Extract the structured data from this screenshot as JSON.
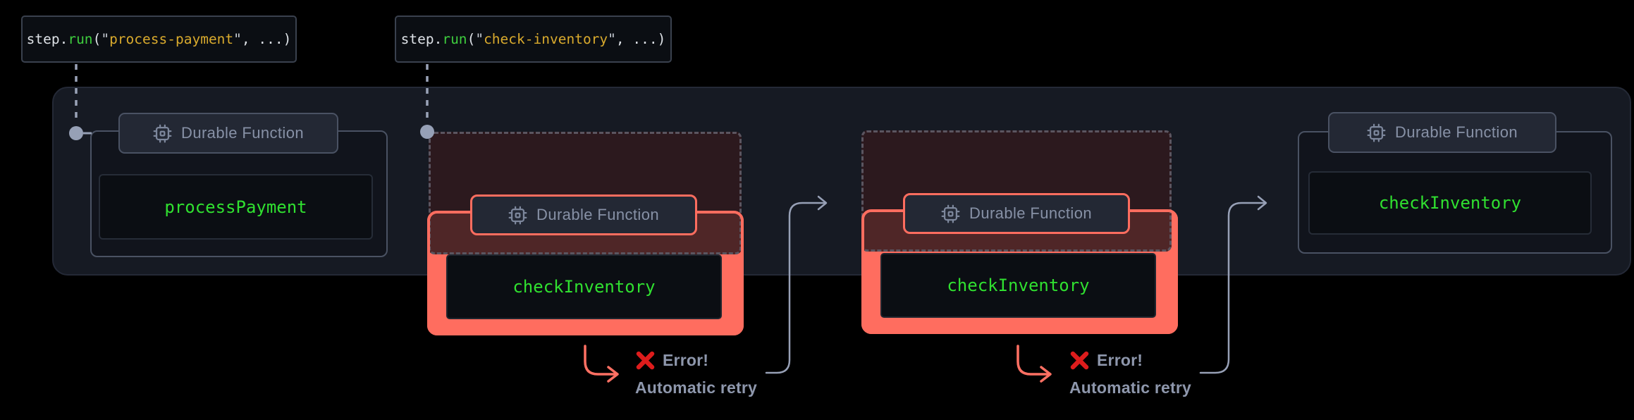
{
  "tooltips": [
    {
      "obj": "step",
      "dot": ".",
      "method": "run",
      "paren_open": "(",
      "quote_open": "\"",
      "step_id": "process-payment",
      "quote_close": "\"",
      "args_rest": ", ...)"
    },
    {
      "obj": "step",
      "dot": ".",
      "method": "run",
      "paren_open": "(",
      "quote_open": "\"",
      "step_id": "check-inventory",
      "quote_close": "\"",
      "args_rest": ", ...)"
    }
  ],
  "functions": [
    {
      "badge_label": "Durable Function",
      "name": "processPayment",
      "state": "success"
    },
    {
      "badge_label": "Durable Function",
      "name": "checkInventory",
      "state": "failed"
    },
    {
      "badge_label": "Durable Function",
      "name": "checkInventory",
      "state": "failed"
    },
    {
      "badge_label": "Durable Function",
      "name": "checkInventory",
      "state": "success"
    }
  ],
  "errors": [
    {
      "label": "Error!",
      "retry_label": "Automatic retry"
    },
    {
      "label": "Error!",
      "retry_label": "Automatic retry"
    }
  ],
  "icons": {
    "badge_icon": "cpu-chip-icon",
    "error_icon": "x-cross-icon",
    "anchor": "anchor-dot"
  },
  "colors": {
    "background": "#000000",
    "lane_band": "#161a23",
    "salmon_error": "#ff6d5f",
    "function_green": "#30e030",
    "code_method_green": "#3ecd3e",
    "code_string_yellow": "#d9aa2d",
    "muted_text": "#8e97ac",
    "badge_text": "#8791a6",
    "gray_border": "#4a5263",
    "error_x_red": "#dd1c1c",
    "connector_gray": "#97a0b6"
  }
}
